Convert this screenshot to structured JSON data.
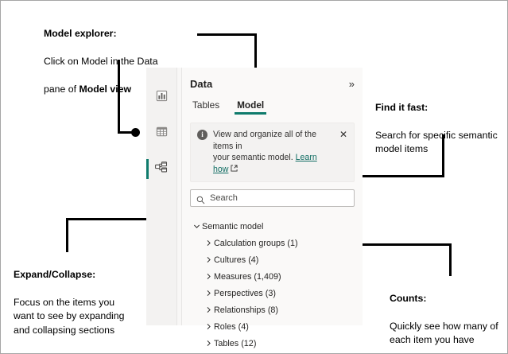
{
  "callouts": [
    {
      "id": "model-explorer",
      "heading": "Model explorer:",
      "body": "Click on Model in the Data pane of Model view",
      "body_line1": "Click on Model in the Data",
      "body_line2_pre": "pane of ",
      "body_line2_strong": "Model view"
    },
    {
      "id": "find-it-fast",
      "heading": "Find it fast:",
      "body": "Search for specific semantic model items"
    },
    {
      "id": "expand-collapse",
      "heading": "Expand/Collapse:",
      "body": "Focus on the items you want to see by expanding and collapsing sections"
    },
    {
      "id": "counts",
      "heading": "Counts:",
      "body": "Quickly see how many of each item you have"
    }
  ],
  "panel": {
    "title": "Data",
    "collapse_glyph": "»",
    "rail": [
      {
        "icon": "report-view-icon",
        "name": "report-view",
        "selected": false
      },
      {
        "icon": "table-view-icon",
        "name": "data-view",
        "selected": false
      },
      {
        "icon": "model-view-icon",
        "name": "model-view",
        "selected": true
      }
    ],
    "tabs": [
      {
        "label": "Tables",
        "active": false
      },
      {
        "label": "Model",
        "active": true
      }
    ],
    "notice": {
      "icon": "info-icon",
      "text_line1": "View and organize all of the items in",
      "text_line2": "your semantic model.",
      "link_label": "Learn how",
      "external_glyph": "↗",
      "close_glyph": "✕"
    },
    "search": {
      "icon": "search-icon",
      "placeholder": "Search",
      "value": ""
    },
    "tree": {
      "root": {
        "label": "Semantic model",
        "expanded": true
      },
      "items": [
        {
          "label": "Calculation groups (1)",
          "name": "calculation-groups"
        },
        {
          "label": "Cultures (4)",
          "name": "cultures"
        },
        {
          "label": "Measures (1,409)",
          "name": "measures"
        },
        {
          "label": "Perspectives (3)",
          "name": "perspectives"
        },
        {
          "label": "Relationships (8)",
          "name": "relationships"
        },
        {
          "label": "Roles (4)",
          "name": "roles"
        },
        {
          "label": "Tables (12)",
          "name": "tables"
        }
      ]
    }
  },
  "colors": {
    "accent_teal": "#0F7B6C",
    "link_teal": "#0F6C62",
    "panel_bg": "#faf9f8",
    "rail_bg": "#f3f2f1",
    "leader_line": "#000000",
    "border": "#a6a6a6"
  }
}
